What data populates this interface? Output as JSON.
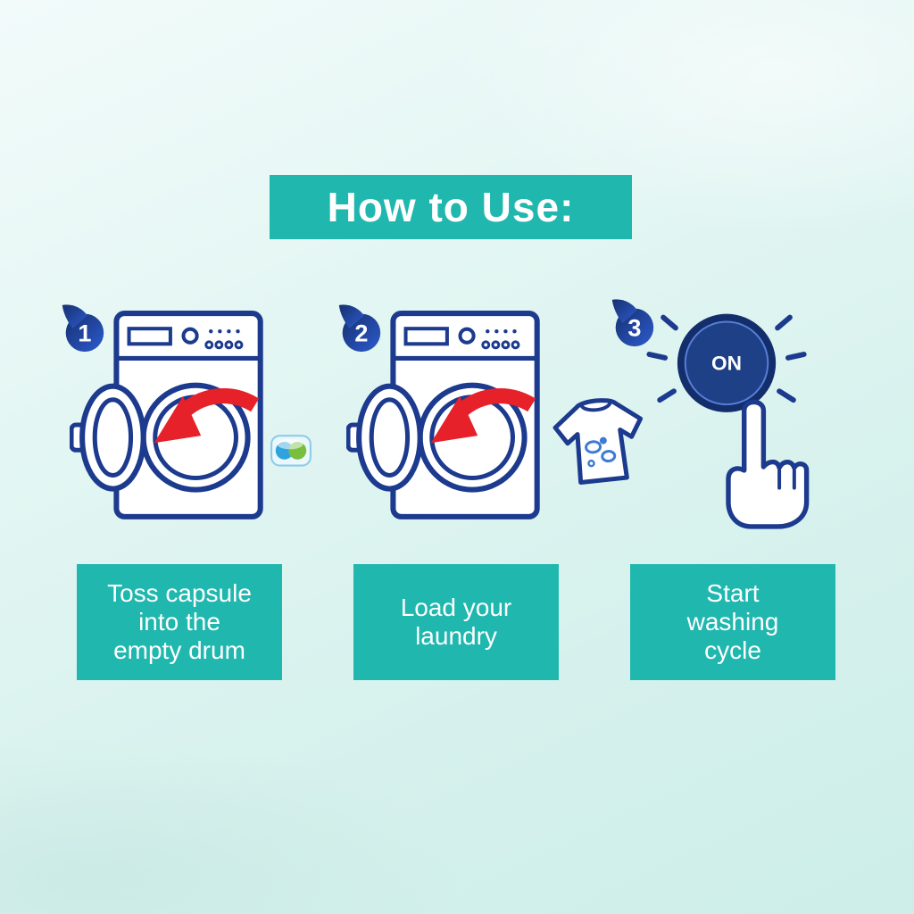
{
  "header": {
    "title": "How to Use:"
  },
  "steps": [
    {
      "number": "1",
      "illustration": "washing-machine-with-capsule",
      "caption_lines": [
        "Toss capsule",
        "into the",
        "empty drum"
      ]
    },
    {
      "number": "2",
      "illustration": "washing-machine-with-shirt",
      "caption_lines": [
        "Load your",
        "laundry"
      ]
    },
    {
      "number": "3",
      "illustration": "power-button-with-hand",
      "button_label": "ON",
      "caption_lines": [
        "Start",
        "washing",
        "cycle"
      ]
    }
  ],
  "colors": {
    "teal": "#20b7ae",
    "navy": "#1c3a8e",
    "red": "#e62129",
    "badge_blue_dark": "#16306e",
    "badge_blue_light": "#2d5bd0",
    "background": "#ddf4f1",
    "capsule_blue": "#2fa3dd",
    "capsule_green": "#78bf3e"
  }
}
